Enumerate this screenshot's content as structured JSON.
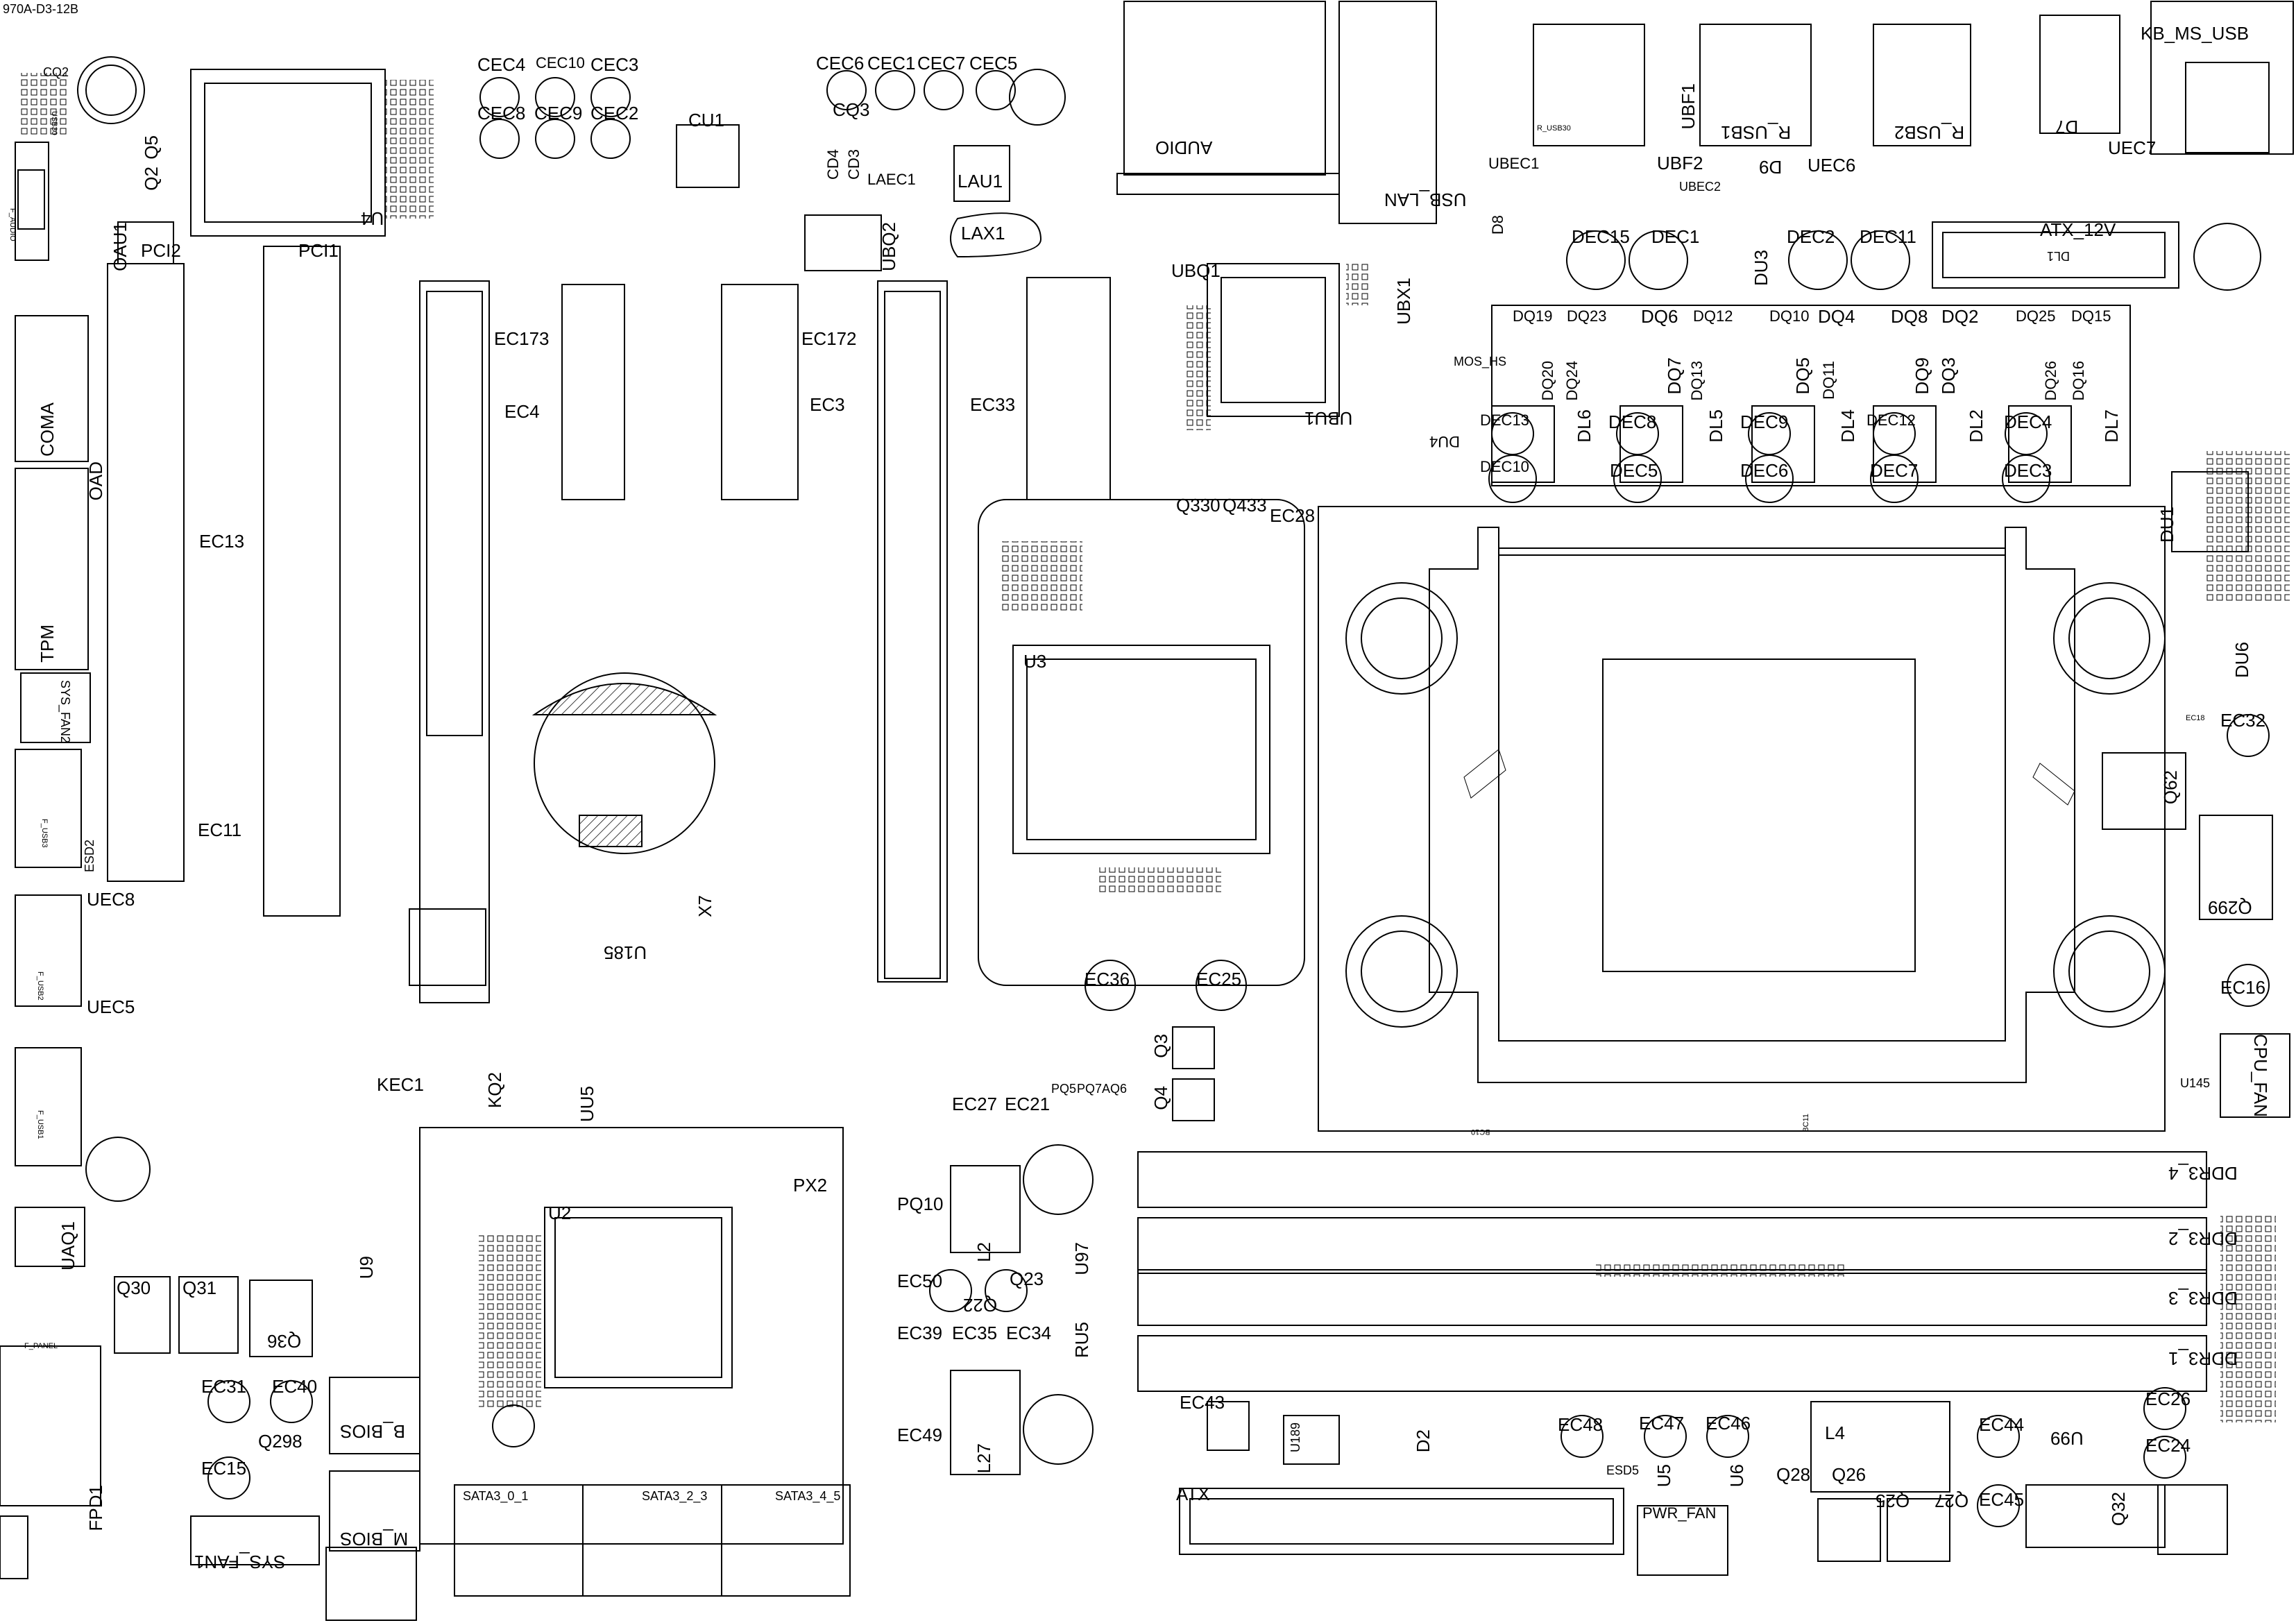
{
  "header": {
    "board_id": "970A-D3-12B"
  },
  "labels": {
    "CQ2": "CQ2",
    "USB30": "USB30",
    "F_AUDIO": "F_AUDIO",
    "OAU1": "OAU1",
    "Q5": "Q5",
    "Q2": "Q2",
    "U4": "U4",
    "PCI2": "PCI2",
    "PCI1": "PCI1",
    "COMA": "COMA",
    "OAD": "OAD",
    "TPM": "TPM",
    "SYS_FAN2": "SYS_FAN2",
    "EC13": "EC13",
    "EC11": "EC11",
    "F_USB3": "F_USB3",
    "ESD2": "ESD2",
    "UEC8": "UEC8",
    "UEC5": "UEC5",
    "F_USB2": "F_USB2",
    "F_USB1": "F_USB1",
    "UAQ1": "UAQ1",
    "Q30": "Q30",
    "Q31": "Q31",
    "Q36": "Q36",
    "F_PANEL": "F_PANEL",
    "EC31": "EC31",
    "EC40": "EC40",
    "EC15": "EC15",
    "Q298": "Q298",
    "FPD1": "FPD1",
    "SYS_FAN1": "SYS_FAN1",
    "B_BIOS": "B_BIOS",
    "M_BIOS": "M_BIOS",
    "KEC1": "KEC1",
    "KQ2": "KQ2",
    "UU5": "UU5",
    "U2": "U2",
    "U9": "U9",
    "PX2": "PX2",
    "SATA3_0_1": "SATA3_0_1",
    "SATA3_2_3": "SATA3_2_3",
    "SATA3_4_5": "SATA3_4_5",
    "CEC4": "CEC4",
    "CEC10": "CEC10",
    "CEC3": "CEC3",
    "CEC8": "CEC8",
    "CEC9": "CEC9",
    "CEC2": "CEC2",
    "CU1": "CU1",
    "CEC6": "CEC6",
    "CEC1": "CEC1",
    "CEC7": "CEC7",
    "CEC5": "CEC5",
    "CQ3": "CQ3",
    "CD4": "CD4",
    "CD3": "CD3",
    "LAEC1": "LAEC1",
    "LAU1": "LAU1",
    "UBQ2": "UBQ2",
    "LAX1": "LAX1",
    "AUDIO": "AUDIO",
    "USB_LAN": "USB_LAN",
    "D8": "D8",
    "UBF2": "UBF2",
    "UBEC1": "UBEC1",
    "UBEC2": "UBEC2",
    "UBF1": "UBF1",
    "R_USB1": "R_USB1",
    "D9": "D9",
    "UEC6": "UEC6",
    "R_USB2": "R_USB2",
    "D7": "D7",
    "UEC7": "UEC7",
    "KB_MS_USB": "KB_MS_USB",
    "ATX_12V": "ATX_12V",
    "DL1": "DL1",
    "DEC15": "DEC15",
    "DEC1": "DEC1",
    "DEC2": "DEC2",
    "DEC11": "DEC11",
    "DU3": "DU3",
    "UBQ1": "UBQ1",
    "UBX1": "UBX1",
    "UBU1": "UBU1",
    "EC173": "EC173",
    "EC4": "EC4",
    "EC172": "EC172",
    "EC3": "EC3",
    "EC33": "EC33",
    "DQ19": "DQ19",
    "DQ23": "DQ23",
    "DQ6": "DQ6",
    "DQ12": "DQ12",
    "DQ10": "DQ10",
    "DQ4": "DQ4",
    "DQ8": "DQ8",
    "DQ2": "DQ2",
    "DQ25": "DQ25",
    "DQ15": "DQ15",
    "MOS_HS": "MOS_HS",
    "DQ20": "DQ20",
    "DQ24": "DQ24",
    "DQ7": "DQ7",
    "DQ13": "DQ13",
    "DQ5": "DQ5",
    "DQ11": "DQ11",
    "DQ9": "DQ9",
    "DQ3": "DQ3",
    "DQ26": "DQ26",
    "DQ16": "DQ16",
    "DL6": "DL6",
    "DL5": "DL5",
    "DL4": "DL4",
    "DL2": "DL2",
    "DL7": "DL7",
    "DEC13": "DEC13",
    "DEC8": "DEC8",
    "DEC9": "DEC9",
    "DEC12": "DEC12",
    "DEC4": "DEC4",
    "DEC10": "DEC10",
    "DEC5": "DEC5",
    "DEC6": "DEC6",
    "DEC7": "DEC7",
    "DEC3": "DEC3",
    "DU4": "DU4",
    "DU1": "DU1",
    "DU6": "DU6",
    "EC18": "EC18",
    "EC32": "EC32",
    "Q62": "Q62",
    "Q299": "Q299",
    "EC16": "EC16",
    "CPU_FAN": "CPU_FAN",
    "U145": "U145",
    "Q330": "Q330",
    "Q433": "Q433",
    "EC28": "EC28",
    "U3": "U3",
    "X7": "X7",
    "U185": "U185",
    "EC36": "EC36",
    "EC25": "EC25",
    "Q3": "Q3",
    "Q4": "Q4",
    "EC27": "EC27",
    "EC21": "EC21",
    "PQ10": "PQ10",
    "L2": "L2",
    "Q23": "Q23",
    "Q22": "Q22",
    "EC50": "EC50",
    "EC39": "EC39",
    "EC35": "EC35",
    "EC34": "EC34",
    "U97": "U97",
    "RU5": "RU5",
    "EC49": "EC49",
    "L27": "L27",
    "EC43": "EC43",
    "ATX": "ATX",
    "EC48": "EC48",
    "EC47": "EC47",
    "EC46": "EC46",
    "ESD5": "ESD5",
    "U5": "U5",
    "U6": "U6",
    "PWR_FAN": "PWR_FAN",
    "L4": "L4",
    "Q28": "Q28",
    "Q26": "Q26",
    "Q25": "Q25",
    "Q27": "Q27",
    "EC44": "EC44",
    "U99": "U99",
    "EC45": "EC45",
    "Q32": "Q32",
    "EC26": "EC26",
    "EC24": "EC24",
    "DDR3_4": "DDR3_4",
    "DDR3_2": "DDR3_2",
    "DDR3_3": "DDR3_3",
    "DDR3_1": "DDR3_1",
    "D2": "D2",
    "U189": "U189",
    "BC10": "BC10",
    "BC11": "BC11",
    "PQ5": "PQ5",
    "PQ7": "PQ7",
    "AQ6": "AQ6",
    "R_USB30": "R_USB30",
    "USB3": "USB3",
    "MOSFET": "DQ20"
  }
}
